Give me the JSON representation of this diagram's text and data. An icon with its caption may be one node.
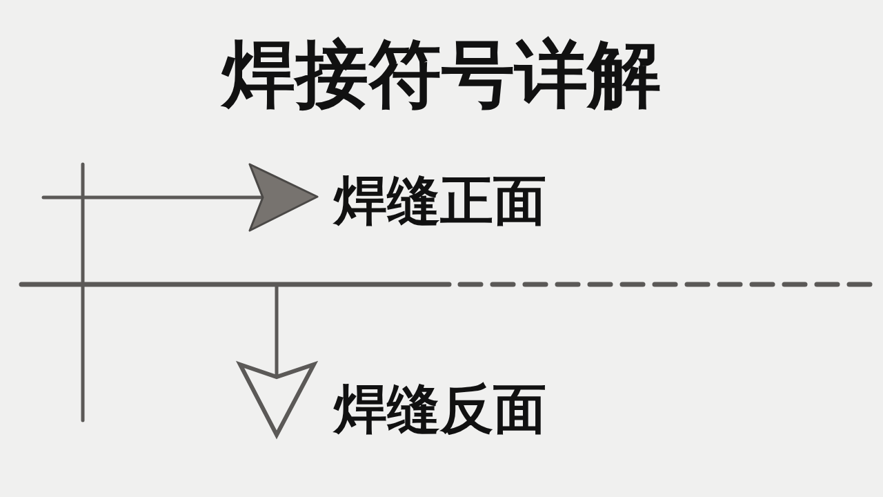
{
  "diagram": {
    "title": "焊接符号详解",
    "labels": [
      "焊缝正面",
      "焊缝反面"
    ]
  }
}
